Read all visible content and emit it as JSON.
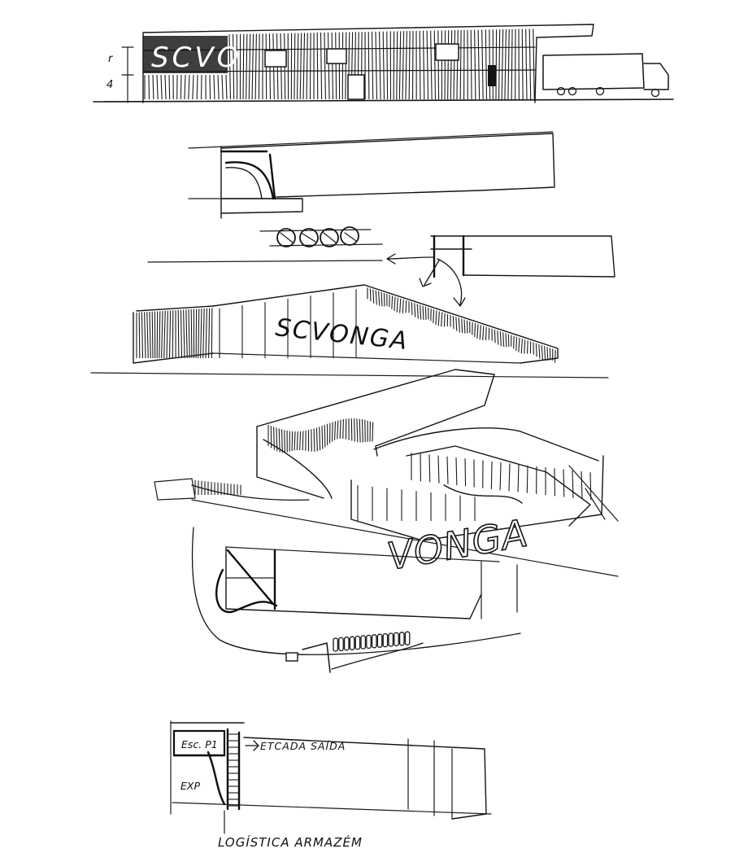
{
  "sheet": {
    "paper_color": "#ffffff",
    "ink_color": "#141414"
  },
  "lettering": {
    "elevation_sign": "SCVO",
    "perspective_sign": "SCVONGA",
    "axon_sign": "VONGA",
    "elevation_level_top": "r",
    "elevation_level_bottom": "4"
  },
  "labels": {
    "upper_floor": "Esc. P1",
    "ground_floor": "EXP",
    "mezzanine_note": "ETCADA SAÍDA",
    "bottom_caption": "LOGÍSTICA ARMAZÉM"
  }
}
